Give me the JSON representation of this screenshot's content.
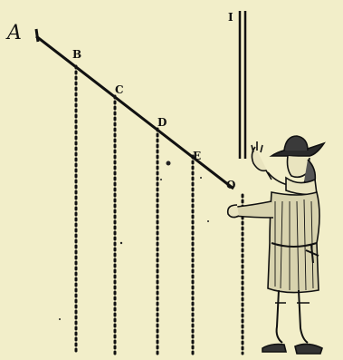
{
  "figure": {
    "labels": {
      "a": "A",
      "b": "B",
      "c": "C",
      "d": "D",
      "e": "E",
      "o": "O",
      "i": "I"
    }
  },
  "colors": {
    "paper": "#f2eec9",
    "ink": "#111111"
  }
}
